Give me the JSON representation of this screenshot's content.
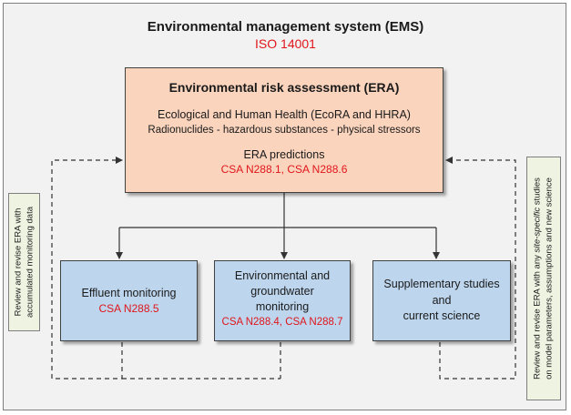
{
  "header": {
    "title": "Environmental management system (EMS)",
    "standard": "ISO 14001"
  },
  "era": {
    "title": "Environmental risk assessment (ERA)",
    "line1": "Ecological and Human Health (EcoRA and HHRA)",
    "line2": "Radionuclides - hazardous substances - physical stressors",
    "predictions_label": "ERA predictions",
    "predictions_standards": "CSA N288.1, CSA N288.6"
  },
  "boxes": {
    "effluent": {
      "title": "Effluent monitoring",
      "standard": "CSA N288.5"
    },
    "groundwater": {
      "line1": "Environmental and",
      "line2": "groundwater",
      "line3": "monitoring",
      "standard": "CSA N288.4, CSA N288.7"
    },
    "supplementary": {
      "line1": "Supplementary studies",
      "line2": "and",
      "line3": "current science"
    }
  },
  "side_notes": {
    "left": {
      "line1": "Review and revise ERA with",
      "line2": "accumulated monitoring data"
    },
    "right": {
      "line1_pre": "Review and revise ERA with any ",
      "line1_em": "site-specific",
      "line1_post": " studies",
      "line2": "on model parameters, assumptions and new science"
    }
  },
  "colors": {
    "era_fill": "#fbd4bd",
    "box_fill": "#bdd6ee",
    "note_fill": "#eef3e2",
    "standard_text": "#e0161b"
  }
}
